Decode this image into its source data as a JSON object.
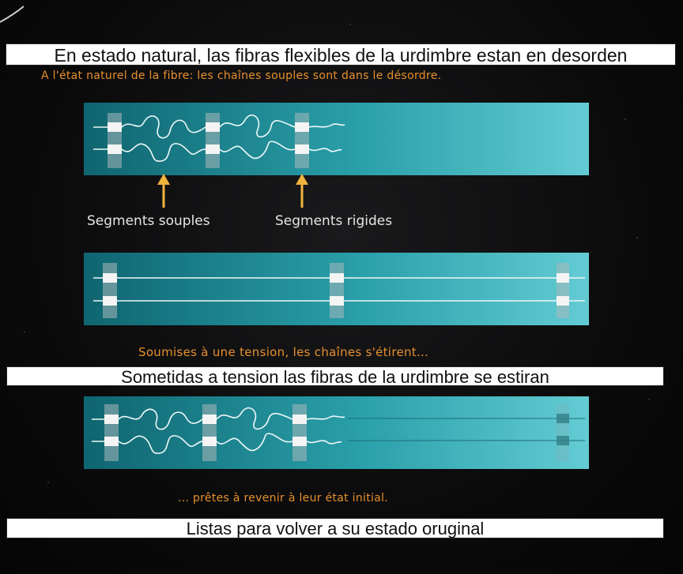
{
  "captions_es": {
    "top": "En estado natural, las fibras flexibles de la urdimbre estan en desorden",
    "middle": "Sometidas a tension las fibras de la urdimbre se estiran",
    "bottom": "Listas para volver a su estado oruginal"
  },
  "captions_fr": {
    "top": "A l'état naturel de la fibre: les chaînes souples sont dans le désordre.",
    "middle": "Soumises à une tension, les chaînes s'étirent...",
    "bottom": "... prêtes à revenir à leur état initial."
  },
  "labels": {
    "flexible_segments": "Segments souples",
    "rigid_segments": "Segments rigides"
  },
  "colors": {
    "panel_dark": "#12717a",
    "panel_light": "#5cc6cf",
    "fiber": "#eef8f8",
    "arrow": "#f0b43c",
    "french_text": "#e8902c"
  }
}
